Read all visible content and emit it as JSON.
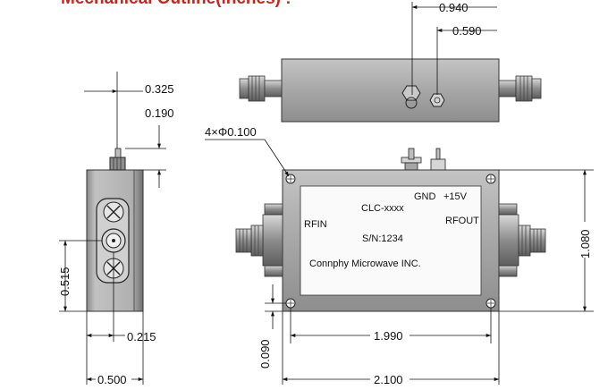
{
  "title": "Mechanical Outline(inches) :",
  "dimensions": {
    "d0940": "0.940",
    "d0590": "0.590",
    "d0325": "0.325",
    "d0190": "0.190",
    "holes": "4×Φ0.100",
    "d0515": "0.515",
    "d0215": "0.215",
    "d0500": "0.500",
    "d1080": "1.080",
    "d1990": "1.990",
    "d0090": "0.090",
    "d2100": "2.100"
  },
  "label": {
    "model": "CLC-xxxx",
    "gnd": "GND",
    "vcc": "+15V",
    "rfin": "RFIN",
    "rfout": "RFOUT",
    "serial": "S/N:1234",
    "company": "Connphy Microwave INC."
  },
  "colors": {
    "title": "#c8251d",
    "body": "#ababab",
    "body_dark": "#7d7d7d",
    "connector": "#9a9a9a",
    "line": "#111111"
  }
}
